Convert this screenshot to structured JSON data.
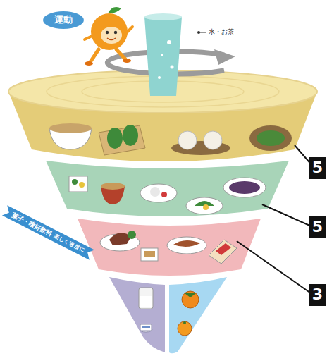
{
  "diagram": {
    "nodes": [
      {
        "text": [
          "運動"
        ]
      },
      {
        "text": [
          "5"
        ]
      },
      {
        "text": [
          "5"
        ]
      },
      {
        "text": [
          "菓子・嗜好飲料",
          "楽しく適度に"
        ]
      },
      {
        "text": [
          "3"
        ]
      }
    ],
    "labels": [
      "水・お茶"
    ]
  }
}
